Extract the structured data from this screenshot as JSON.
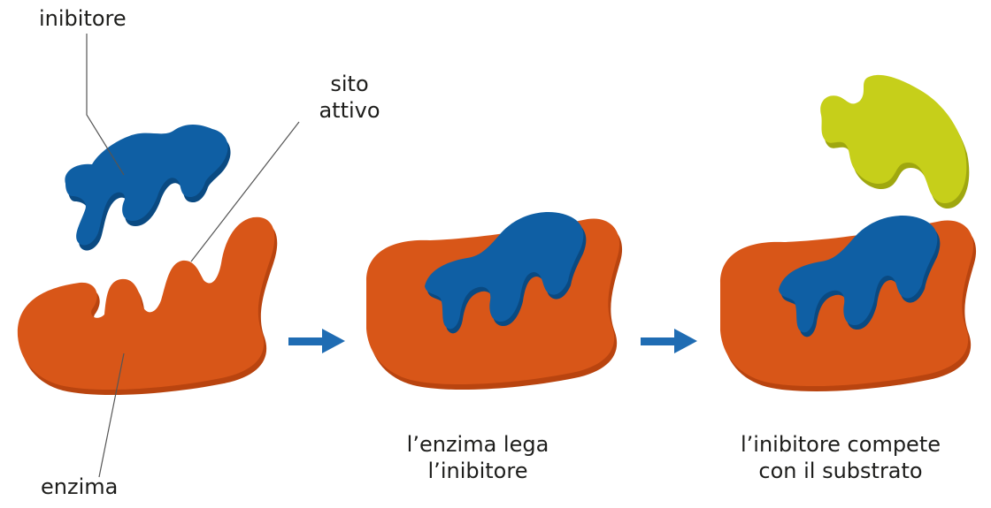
{
  "labels": {
    "inhibitor": "inibitore",
    "active_site_line1": "sito",
    "active_site_line2": "attivo",
    "enzyme": "enzima",
    "caption_step2_line1": "l’enzima lega",
    "caption_step2_line2": "l’inibitore",
    "caption_step3_line1": "l’inibitore compete",
    "caption_step3_line2": "con il substrato"
  },
  "colors": {
    "enzyme": "#d85618",
    "enzyme_edge": "#b9440f",
    "inhibitor": "#0f5fa4",
    "inhibitor_edge": "#0a4a82",
    "substrate": "#c6cf1a",
    "substrate_edge": "#9fa70f",
    "arrow": "#1f6cb3",
    "leader_line": "#555555"
  }
}
